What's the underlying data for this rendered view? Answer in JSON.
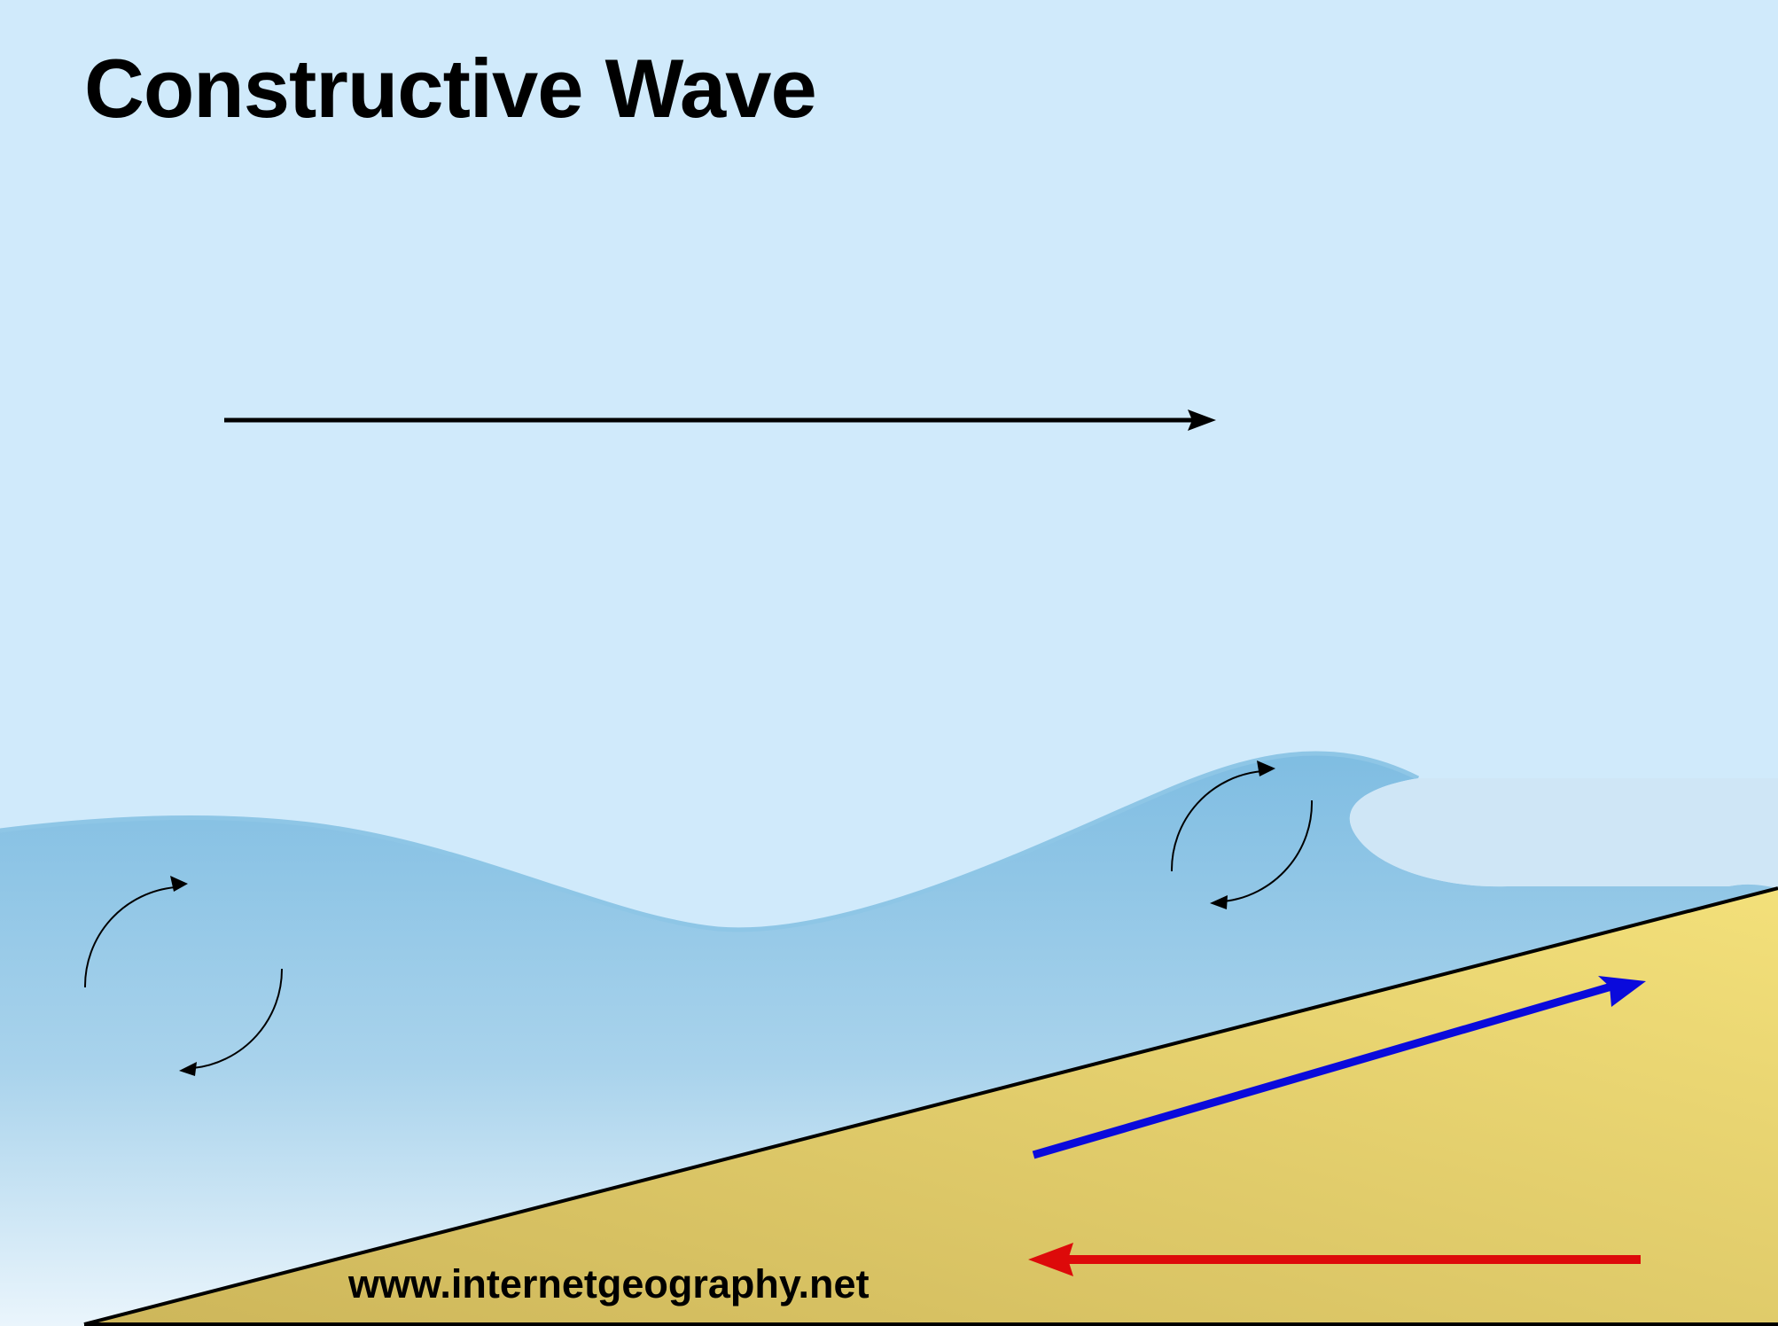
{
  "title": "Constructive Wave",
  "credit": "www.internetgeography.net",
  "colors": {
    "sky": "#d0eafb",
    "water_top": "#7fbde2",
    "water_bottom": "#eaf5fc",
    "beach_left": "#cdb65a",
    "beach_right": "#f3e07a",
    "swash_arrow": "#0a0adc",
    "backwash_arrow": "#dd0a0a",
    "wave_direction_arrow": "#000000",
    "outline": "#000000"
  },
  "arrows": {
    "wave_direction": "right",
    "swash": "up-beach",
    "backwash": "down-beach"
  }
}
